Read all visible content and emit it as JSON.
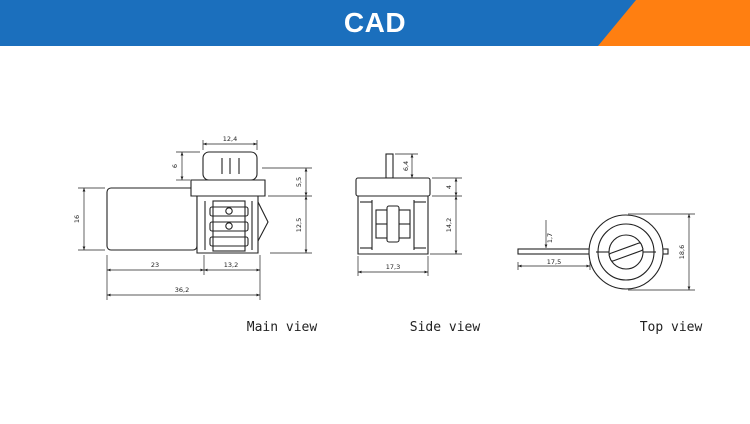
{
  "header": {
    "title": "CAD",
    "colors": {
      "banner": "#1b6fbd",
      "accent": "#ff7f11"
    }
  },
  "views": {
    "main": {
      "caption": "Main view",
      "dims": {
        "top_width": "12,4",
        "cap_height": "6",
        "left_height": "16",
        "upper_right": "5,5",
        "lower_right": "12,5",
        "bottom_left": "23",
        "bottom_right": "13,2",
        "overall": "36,2"
      }
    },
    "side": {
      "caption": "Side view",
      "dims": {
        "pin_height": "6,4",
        "upper_right": "4",
        "lower_right": "14,2",
        "width": "17,3"
      }
    },
    "top": {
      "caption": "Top view",
      "dims": {
        "wire": "1,7",
        "length": "17,5",
        "height": "18,6"
      }
    }
  }
}
